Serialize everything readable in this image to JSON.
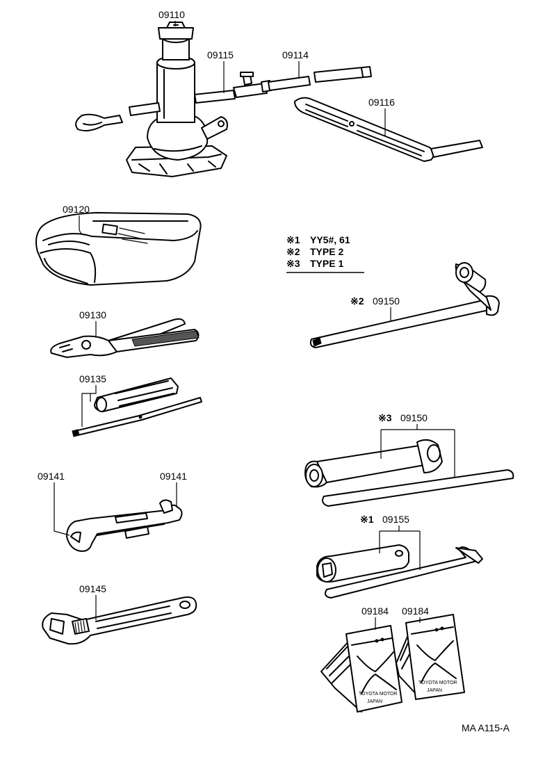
{
  "labels": {
    "jack": "09110",
    "jack_handle_ext": "09115",
    "jack_handle": "09114",
    "jack_lever": "09116",
    "tool_bag": "09120",
    "pliers": "09130",
    "screwdriver": "09135",
    "wrench_left": "09141",
    "wrench_right": "09141",
    "adjustable_wrench": "09145",
    "hub_wrench_type2": "09150",
    "hub_wrench_type1": "09150",
    "plug_wrench": "09155",
    "chock_left": "09184",
    "chock_right": "09184"
  },
  "notes": {
    "note1_mark": "※1",
    "note1_text": "YY5#, 61",
    "note2_mark": "※2",
    "note2_text": "TYPE  2",
    "note3_mark": "※3",
    "note3_text": "TYPE  1"
  },
  "markers": {
    "hub_wrench_type2": "※2",
    "hub_wrench_type1": "※3",
    "plug_wrench": "※1"
  },
  "stamps": {
    "chock_left_line1": "TOYOTA MOTOR",
    "chock_left_line2": "JAPAN",
    "chock_right_line1": "TOYOTA MOTOR",
    "chock_right_line2": "JAPAN"
  },
  "reference": "MA  A115-A"
}
